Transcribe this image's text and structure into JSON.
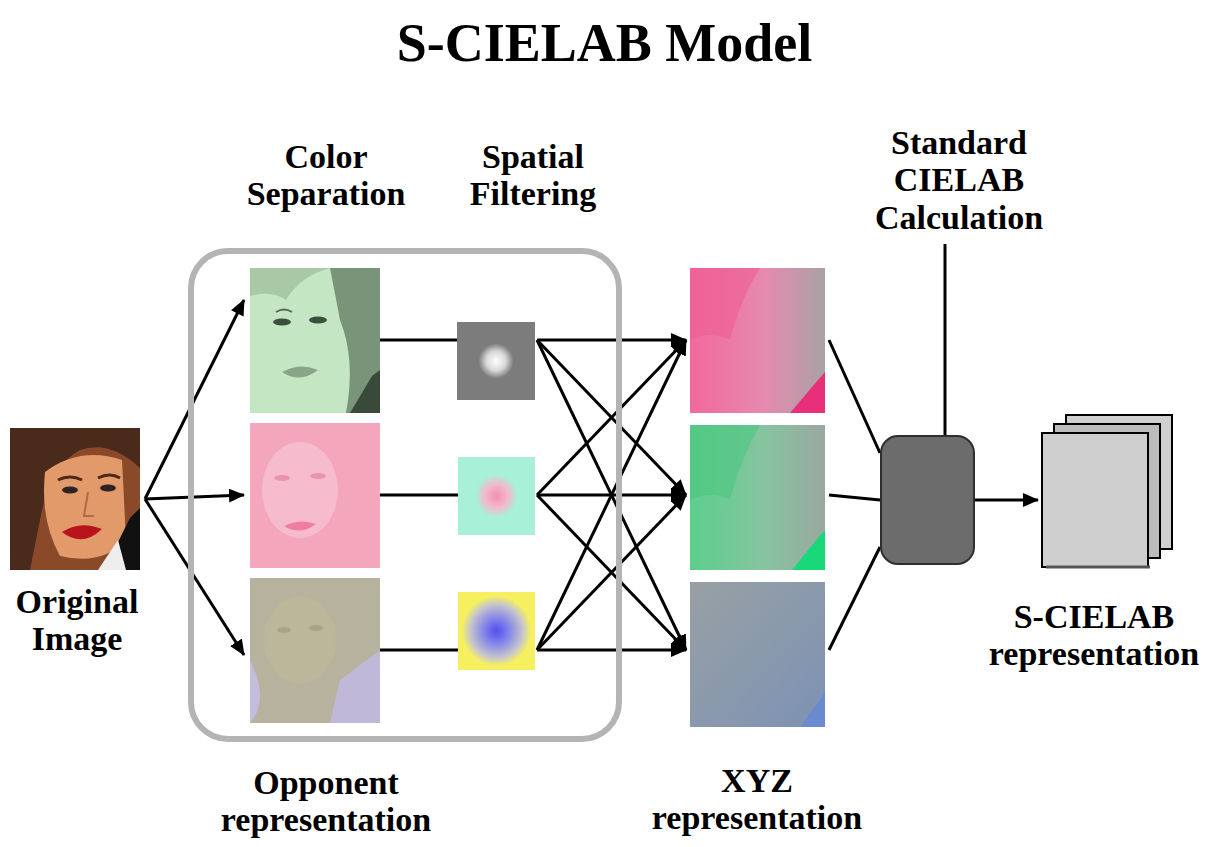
{
  "diagram": {
    "title": "S-CIELAB Model",
    "nodes": [
      {
        "text": [
          "Original Image"
        ]
      },
      {
        "text": [
          "Color Separation",
          "Spatial Filtering",
          "Opponent representation"
        ]
      },
      {
        "text": [
          "XYZ representation"
        ]
      },
      {
        "text": [
          "Standard CIELAB Calculation"
        ]
      },
      {
        "text": [
          "S-CIELAB representation"
        ]
      }
    ],
    "edges": [
      {
        "from": 0,
        "to": 1,
        "arrow": "to"
      },
      {
        "from": 1,
        "to": 2,
        "arrow": "to"
      },
      {
        "from": 2,
        "to": 3,
        "arrow": "none"
      },
      {
        "from": 3,
        "to": 4,
        "arrow": "to"
      }
    ]
  }
}
